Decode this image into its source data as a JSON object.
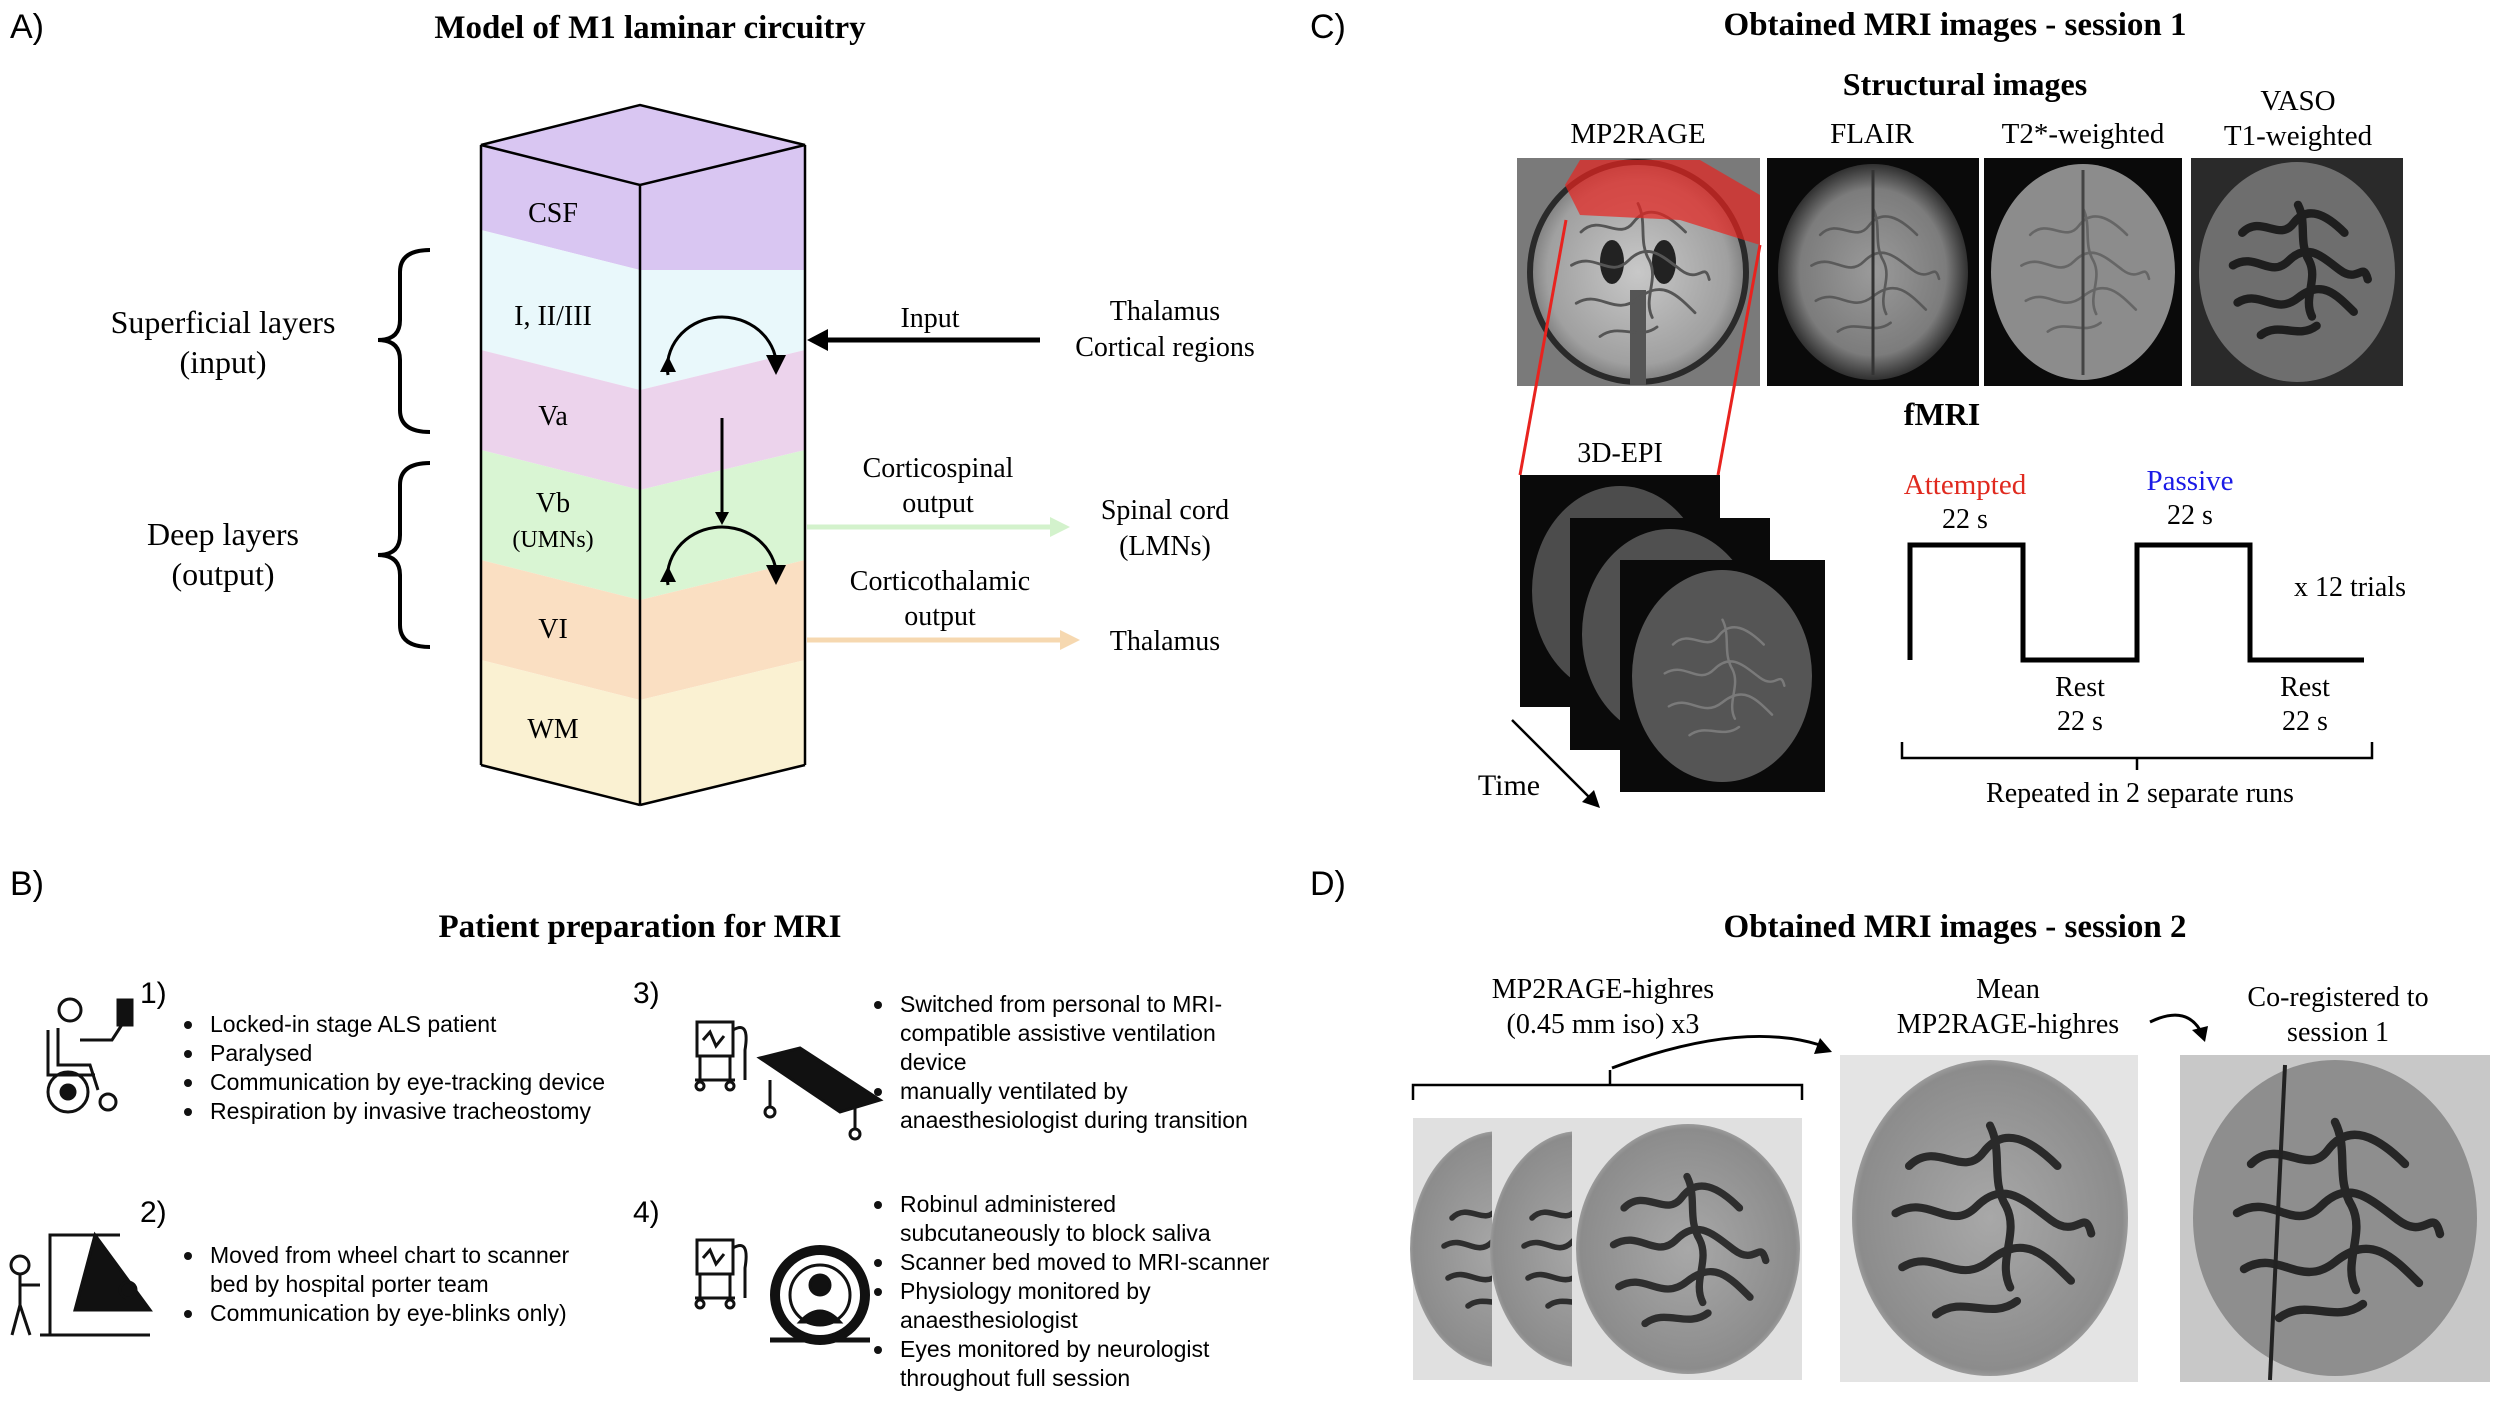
{
  "panelA": {
    "letter": "A)",
    "title": "Model of M1 laminar circuitry",
    "layers": [
      "CSF",
      "I, II/III",
      "Va",
      "Vb",
      "(UMNs)",
      "VI",
      "WM"
    ],
    "superficial": [
      "Superficial layers",
      "(input)"
    ],
    "deep": [
      "Deep layers",
      "(output)"
    ],
    "input_label": "Input",
    "input_source": [
      "Thalamus",
      "Cortical regions"
    ],
    "cs_output": [
      "Corticospinal",
      "output"
    ],
    "cs_target": [
      "Spinal cord",
      "(LMNs)"
    ],
    "ct_output": [
      "Corticothalamic",
      "output"
    ],
    "ct_target": "Thalamus",
    "colors": {
      "csf": "#d9c6f2",
      "l23": "#e9f8fb",
      "va": "#ecd3ec",
      "vb": "#d9f5d3",
      "vi": "#fadfc2",
      "wm": "#faf1d2",
      "cs_arrow": "#d3f2cc",
      "ct_arrow": "#f6d8b0"
    }
  },
  "panelB": {
    "letter": "B)",
    "title": "Patient preparation for MRI",
    "steps": [
      {
        "num": "1)",
        "icon": "wheelchair-patient-icon",
        "lines": [
          {
            "text": "Locked-in stage ALS patient",
            "bullet": true
          },
          {
            "text": "Paralysed",
            "bullet": true
          },
          {
            "text": "Communication by eye-tracking device",
            "bullet": true
          },
          {
            "text": "Respiration by invasive tracheostomy",
            "bullet": true
          }
        ]
      },
      {
        "num": "2)",
        "icon": "patient-hoist-icon",
        "lines": [
          {
            "text": "Moved from wheel chart to scanner",
            "bullet": true
          },
          {
            "text": "bed by hospital porter team",
            "bullet": false
          },
          {
            "text": "Communication by eye-blinks only)",
            "bullet": true
          }
        ]
      },
      {
        "num": "3)",
        "icon": "ventilator-bed-icon",
        "lines": [
          {
            "text": "Switched from personal to MRI-",
            "bullet": true
          },
          {
            "text": "compatible assistive ventilation",
            "bullet": false
          },
          {
            "text": "device",
            "bullet": false
          },
          {
            "text": "manually ventilated by",
            "bullet": true
          },
          {
            "text": "anaesthesiologist during transition",
            "bullet": false
          }
        ]
      },
      {
        "num": "4)",
        "icon": "ventilator-scanner-icon",
        "lines": [
          {
            "text": "Robinul administered",
            "bullet": true
          },
          {
            "text": "subcutaneously to block saliva",
            "bullet": false
          },
          {
            "text": "Scanner bed moved to MRI-scanner",
            "bullet": true
          },
          {
            "text": "Physiology monitored by",
            "bullet": true
          },
          {
            "text": "anaesthesiologist",
            "bullet": false
          },
          {
            "text": "Eyes monitored by neurologist",
            "bullet": true
          },
          {
            "text": "throughout full session",
            "bullet": false
          }
        ]
      }
    ]
  },
  "panelC": {
    "letter": "C)",
    "title": "Obtained MRI images - session 1",
    "structural_title": "Structural images",
    "images": [
      {
        "label": [
          "MP2RAGE"
        ]
      },
      {
        "label": [
          "FLAIR"
        ]
      },
      {
        "label": [
          "T2*-weighted"
        ]
      },
      {
        "label": [
          "VASO",
          "T1-weighted"
        ]
      }
    ],
    "epi_label": "3D-EPI",
    "time_label": "Time",
    "fmri_title": "fMRI",
    "attempted": "Attempted",
    "passive": "Passive",
    "on_duration": "22 s",
    "rest": "Rest",
    "rest_duration": "22 s",
    "trials": "x 12 trials",
    "repeated": "Repeated in 2 separate runs",
    "colors": {
      "attempted": "#e02a1f",
      "passive": "#1a1ae6",
      "highlight": "#e8231f"
    }
  },
  "panelD": {
    "letter": "D)",
    "title": "Obtained MRI images - session 2",
    "highres": [
      "MP2RAGE-highres",
      "(0.45 mm iso) x3"
    ],
    "mean": [
      "Mean",
      "MP2RAGE-highres"
    ],
    "coreg": [
      "Co-registered to",
      "session 1"
    ]
  }
}
